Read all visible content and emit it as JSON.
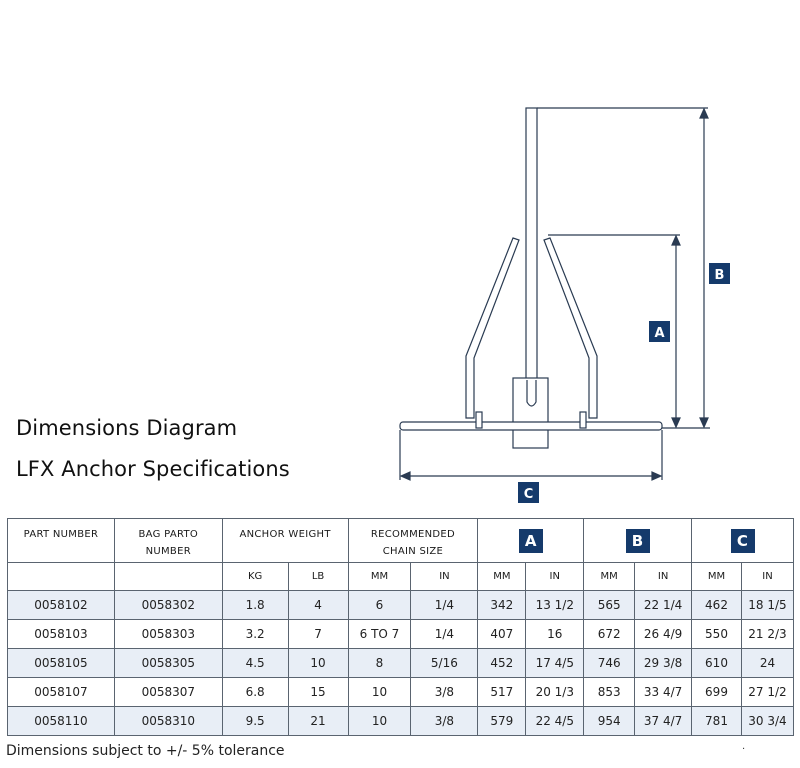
{
  "headings": {
    "line1": "Dimensions Diagram",
    "line2": "LFX Anchor Specifications"
  },
  "diagram": {
    "label_a": "A",
    "label_b": "B",
    "label_c": "C"
  },
  "table": {
    "headers": {
      "part_number": "PART NUMBER",
      "bag_part_number": [
        "BAG PARTO",
        "NUMBER"
      ],
      "anchor_weight": "ANCHOR WEIGHT",
      "chain_size": [
        "RECOMMENDED",
        "CHAIN SIZE"
      ],
      "a": "A",
      "b": "B",
      "c": "C"
    },
    "subheaders": [
      "KG",
      "LB",
      "MM",
      "IN",
      "MM",
      "IN",
      "MM",
      "IN",
      "MM",
      "IN"
    ],
    "rows": [
      [
        "0058102",
        "0058302",
        "1.8",
        "4",
        "6",
        "1/4",
        "342",
        "13 1/2",
        "565",
        "22 1/4",
        "462",
        "18 1/5"
      ],
      [
        "0058103",
        "0058303",
        "3.2",
        "7",
        "6 TO 7",
        "1/4",
        "407",
        "16",
        "672",
        "26 4/9",
        "550",
        "21 2/3"
      ],
      [
        "0058105",
        "0058305",
        "4.5",
        "10",
        "8",
        "5/16",
        "452",
        "17 4/5",
        "746",
        "29 3/8",
        "610",
        "24"
      ],
      [
        "0058107",
        "0058307",
        "6.8",
        "15",
        "10",
        "3/8",
        "517",
        "20 1/3",
        "853",
        "33 4/7",
        "699",
        "27 1/2"
      ],
      [
        "0058110",
        "0058310",
        "9.5",
        "21",
        "10",
        "3/8",
        "579",
        "22 4/5",
        "954",
        "37 4/7",
        "781",
        "30 3/4"
      ]
    ]
  },
  "footnote": "Dimensions subject to +/- 5% tolerance",
  "stray_mark": ".",
  "colors": {
    "badge": "#153a6b",
    "row_shade": "#e8eef6",
    "line": "#2a3b52"
  }
}
